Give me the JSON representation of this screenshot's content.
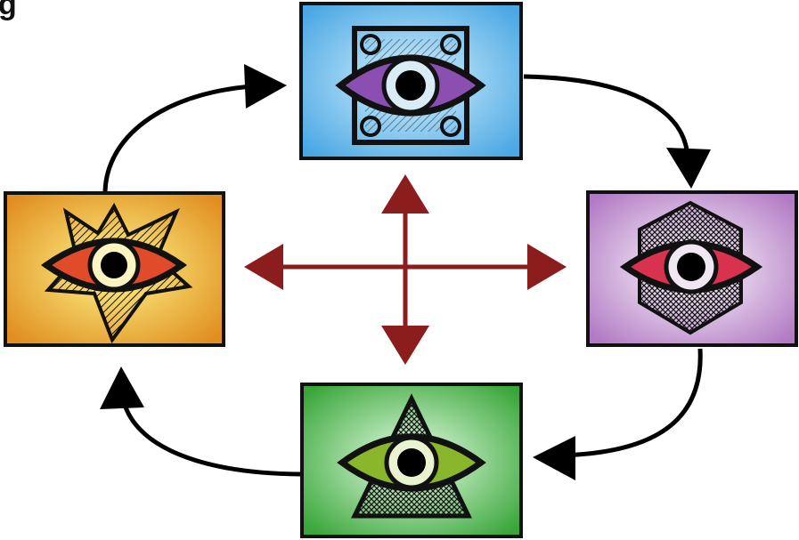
{
  "header": {
    "partial_title": "g"
  },
  "cycle": {
    "direction": "clockwise",
    "cards": [
      {
        "id": "top",
        "shape": "ornate-square",
        "color": "#4aa7e3",
        "glow": "#d6f2ff",
        "iris": "#8a4fb0"
      },
      {
        "id": "right",
        "shape": "hexagon",
        "color": "#b27ac4",
        "glow": "#ffffff",
        "iris": "#d8324f"
      },
      {
        "id": "bottom",
        "shape": "triangle",
        "color": "#3aa63a",
        "glow": "#e8ffe8",
        "iris": "#8ab62c"
      },
      {
        "id": "left",
        "shape": "star",
        "color": "#e08e1f",
        "glow": "#fff58a",
        "iris": "#e04b2a"
      }
    ]
  },
  "center_cross": {
    "color": "#8b1d1d",
    "directions": [
      "up",
      "right",
      "down",
      "left"
    ]
  },
  "icons": [
    "eye-icon",
    "curved-arrow",
    "cross-arrows"
  ]
}
